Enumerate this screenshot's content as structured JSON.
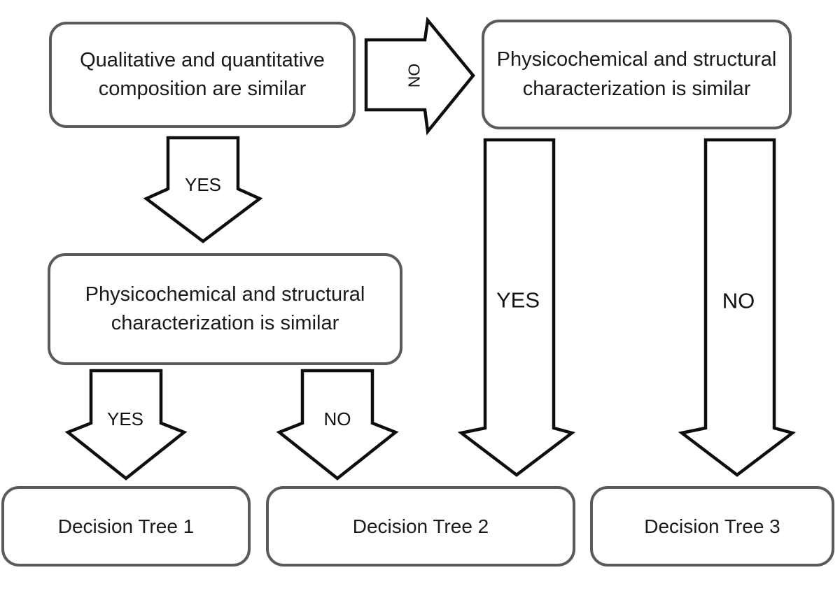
{
  "flowchart": {
    "nodes": [
      {
        "id": "top_left",
        "text": "Qualitative and quantitative\ncomposition are similar"
      },
      {
        "id": "top_right",
        "text": "Physicochemical and structural\ncharacterization is similar"
      },
      {
        "id": "mid_left",
        "text": "Physicochemical and structural\ncharacterization is similar"
      },
      {
        "id": "decision_tree_1",
        "text": "Decision Tree 1"
      },
      {
        "id": "decision_tree_2",
        "text": "Decision Tree 2"
      },
      {
        "id": "decision_tree_3",
        "text": "Decision Tree 3"
      }
    ],
    "edges": [
      {
        "label": "YES",
        "from": "top_left",
        "to": "mid_left"
      },
      {
        "label": "NO",
        "from": "top_left",
        "to": "top_right"
      },
      {
        "label": "YES",
        "from": "mid_left",
        "to": "decision_tree_1"
      },
      {
        "label": "NO",
        "from": "mid_left",
        "to": "decision_tree_2"
      },
      {
        "label": "YES",
        "from": "top_right",
        "to": "decision_tree_2"
      },
      {
        "label": "NO",
        "from": "top_right",
        "to": "decision_tree_3"
      }
    ],
    "colors": {
      "background": "#ffffff",
      "box_border": "#5a5a5a",
      "arrow_outline": "#0d0d0d",
      "text": "#1a1a1a"
    }
  }
}
